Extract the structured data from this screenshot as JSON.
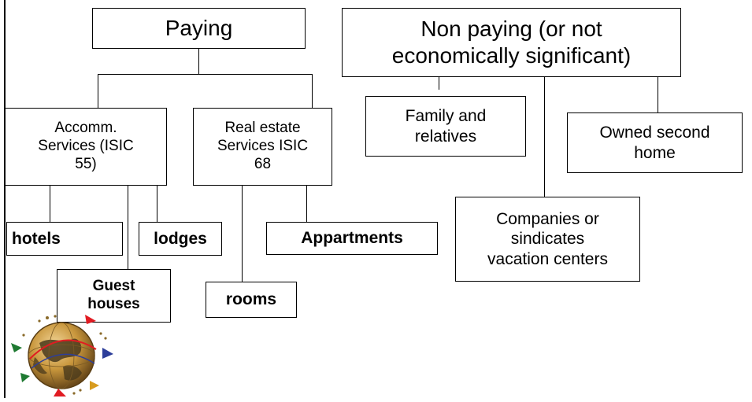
{
  "diagram": {
    "paying": "Paying",
    "non_paying": "Non paying (or not\neconomically significant)",
    "accomm": "Accomm.\nServices (ISIC\n55)",
    "real_estate": "Real estate\nServices ISIC\n68",
    "family": "Family and\nrelatives",
    "owned_second_home": "Owned second\nhome",
    "companies": "Companies or\nsindicates\nvacation centers",
    "hotels": "hotels",
    "lodges": "lodges",
    "guest_houses": "Guest\nhouses",
    "rooms": "rooms",
    "appartments": "Appartments"
  },
  "logo": {
    "icon": "globe-logo-icon",
    "colors": [
      "#e11b22",
      "#2d3e9a",
      "#1f7a32",
      "#d79b1f",
      "#8a6a2a"
    ]
  }
}
